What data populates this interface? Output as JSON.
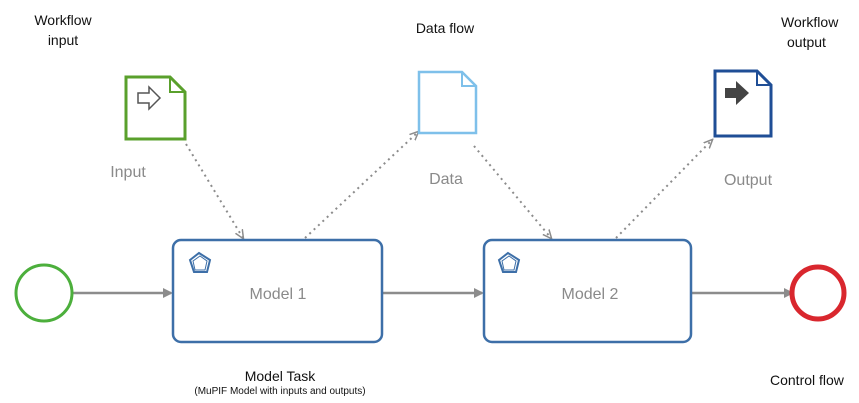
{
  "annotations": {
    "workflow_input": [
      "Workflow",
      "input"
    ],
    "data_flow": "Data flow",
    "workflow_output": [
      "Workflow",
      "output"
    ],
    "model_task": "Model Task",
    "model_task_sub": "(MuPIF Model with inputs and outputs)",
    "control_flow": "Control flow"
  },
  "artifacts": {
    "input": "Input",
    "data": "Data",
    "output": "Output"
  },
  "tasks": {
    "model1": "Model 1",
    "model2": "Model 2"
  },
  "colors": {
    "start_event": "#4caf3c",
    "end_event": "#d9272e",
    "task_border": "#3d6fa8",
    "input_doc": "#5aa02c",
    "data_doc": "#7ec0ea",
    "output_doc": "#1f4e96",
    "flow": "#8c8c8c"
  }
}
